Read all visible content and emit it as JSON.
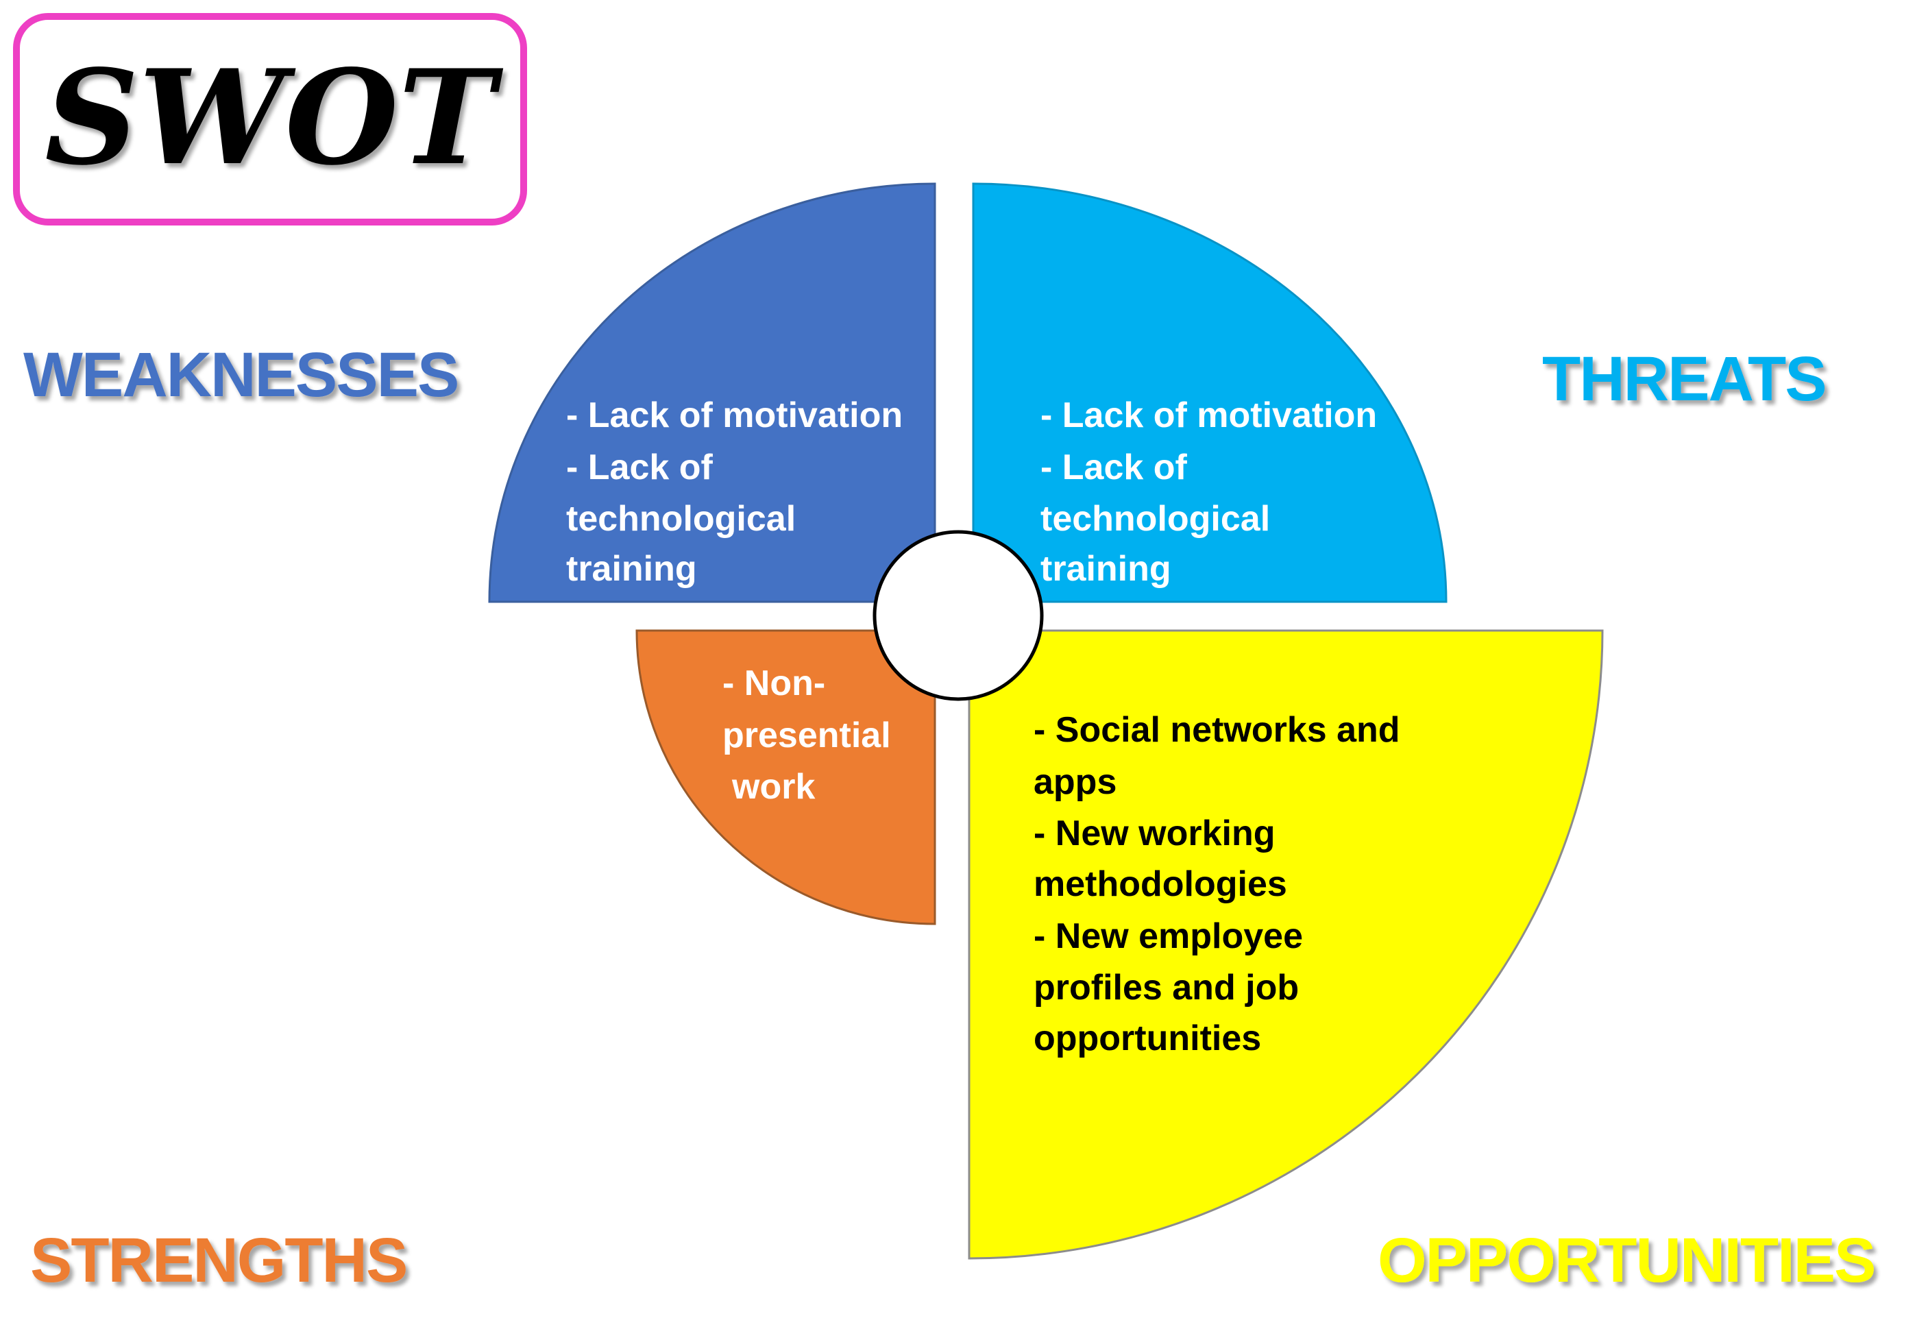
{
  "title": "SWOT",
  "colors": {
    "title_border": "#ee3fc4",
    "weaknesses": "#4472c4",
    "threats": "#00b0f0",
    "strengths": "#ed7d31",
    "opportunities": "#ffff00",
    "text_light": "#ffffff",
    "text_dark": "#000000"
  },
  "labels": {
    "weaknesses": "WEAKNESSES",
    "threats": "THREATS",
    "strengths": "STRENGTHS",
    "opportunities": "OPPORTUNITIES"
  },
  "quadrants": {
    "weaknesses": [
      "- Lack of motivation",
      "- Lack of",
      "technological",
      "training"
    ],
    "threats": [
      "- Lack of motivation",
      "- Lack of",
      "technological",
      "training"
    ],
    "strengths": [
      "- Non-",
      "presential",
      "work"
    ],
    "opportunities": [
      "- Social networks and",
      "apps",
      "- New working",
      "methodologies",
      "- New employee",
      "profiles and job",
      "opportunities"
    ]
  }
}
